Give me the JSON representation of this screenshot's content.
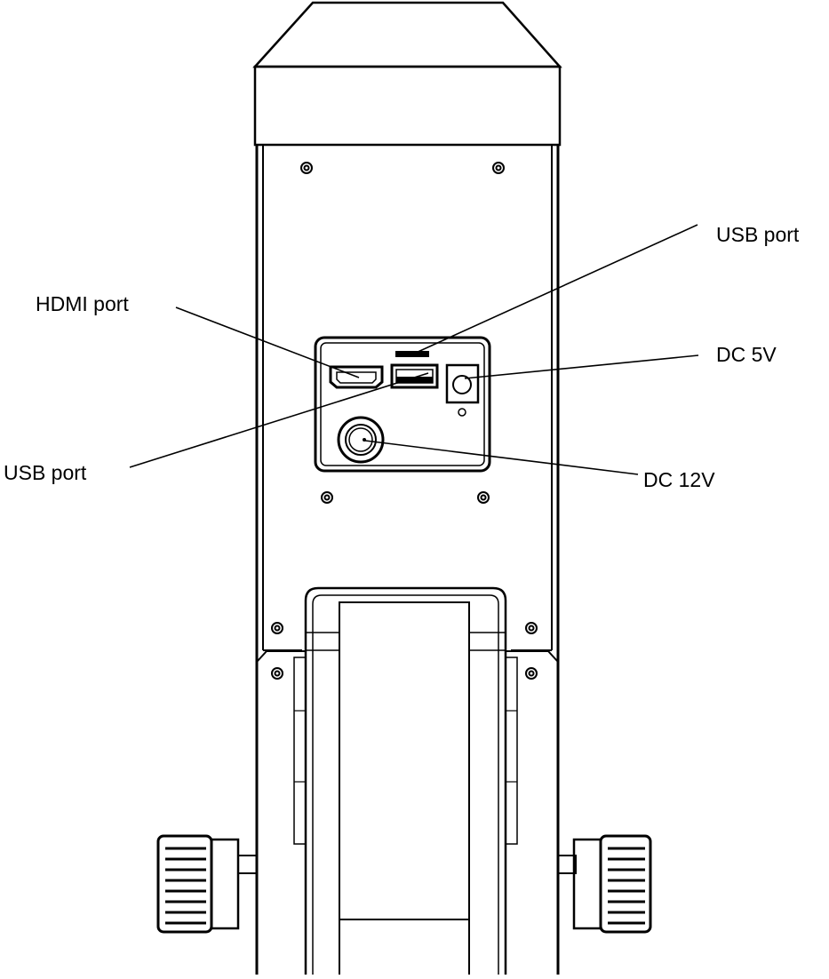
{
  "labels": {
    "usb_port_top": "USB port",
    "hdmi_port": "HDMI port",
    "dc_5v": "DC 5V",
    "usb_port_left": "USB port",
    "dc_12v": "DC 12V"
  },
  "colors": {
    "line": "#000000",
    "background": "#ffffff"
  }
}
